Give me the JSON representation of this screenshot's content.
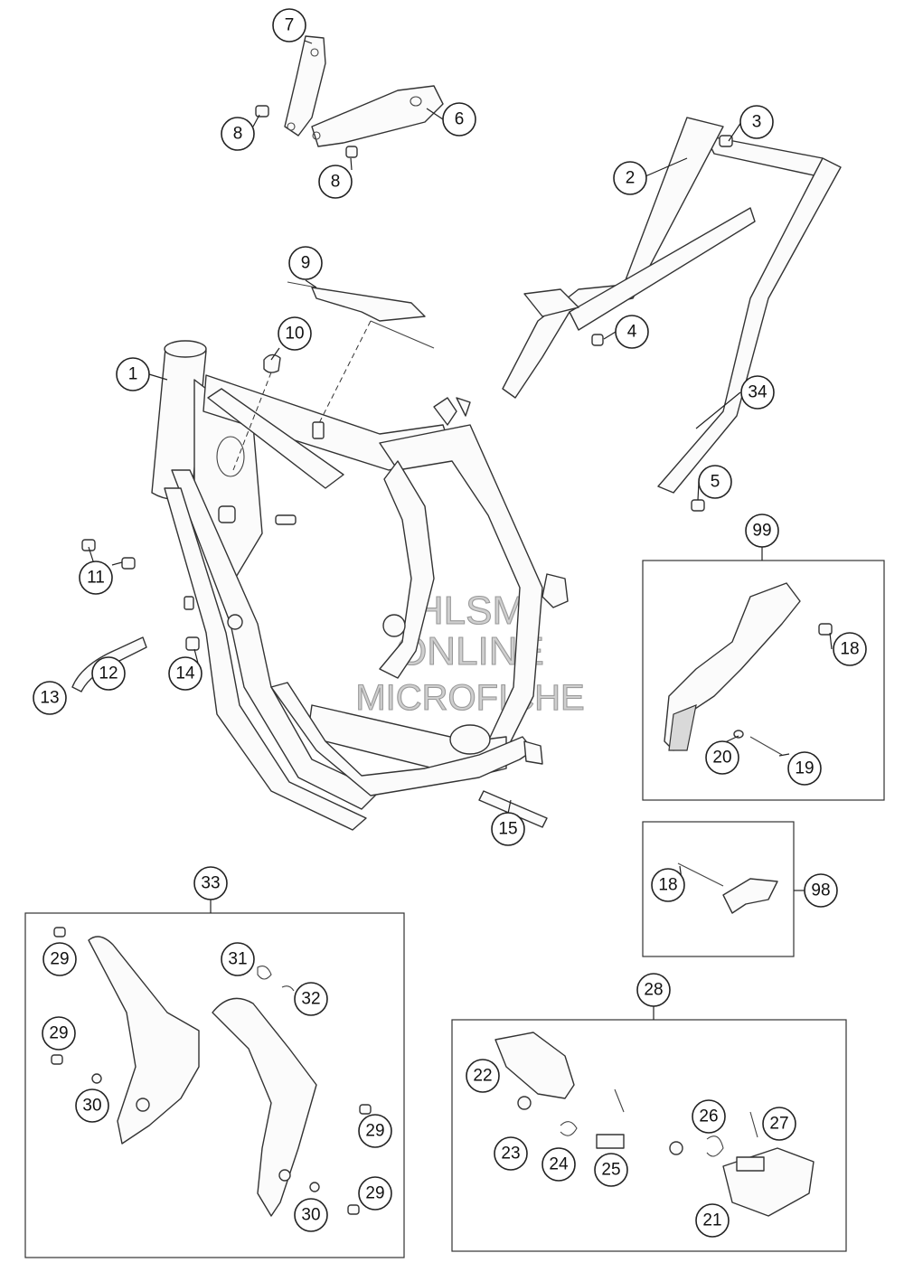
{
  "watermark": {
    "line1": "HLSM",
    "line2": "ONLINE",
    "line3": "MICROFICHE"
  },
  "callouts": {
    "c1": "1",
    "c2": "2",
    "c3": "3",
    "c4": "4",
    "c5": "5",
    "c6": "6",
    "c7": "7",
    "c8a": "8",
    "c8b": "8",
    "c9": "9",
    "c10": "10",
    "c11": "11",
    "c12": "12",
    "c13": "13",
    "c14": "14",
    "c15": "15",
    "c18a": "18",
    "c18b": "18",
    "c19": "19",
    "c20": "20",
    "c21": "21",
    "c22": "22",
    "c23": "23",
    "c24": "24",
    "c25": "25",
    "c26": "26",
    "c27": "27",
    "c28": "28",
    "c29a": "29",
    "c29b": "29",
    "c29c": "29",
    "c29d": "29",
    "c30a": "30",
    "c30b": "30",
    "c31": "31",
    "c32": "32",
    "c33": "33",
    "c34": "34",
    "c98": "98",
    "c99": "99"
  }
}
